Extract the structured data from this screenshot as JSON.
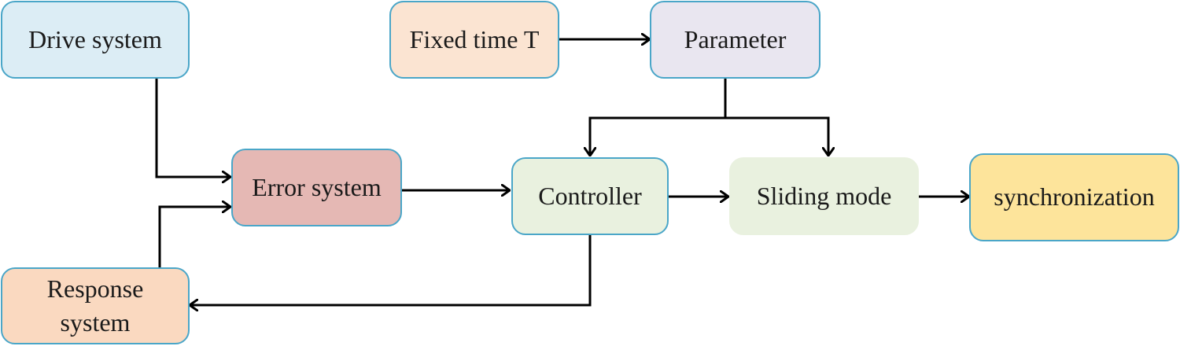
{
  "nodes": {
    "drive": {
      "label": "Drive system",
      "color": "#dcedf5"
    },
    "fixed_time": {
      "label": "Fixed time T",
      "color": "#fbe4d2"
    },
    "parameter": {
      "label": "Parameter",
      "color": "#e9e6f0"
    },
    "error": {
      "label": "Error system",
      "color": "#e5b8b4"
    },
    "controller": {
      "label": "Controller",
      "color": "#e9f1df"
    },
    "sliding": {
      "label": "Sliding mode",
      "color": "#e9f1df"
    },
    "sync": {
      "label": "synchronization",
      "color": "#fde49b"
    },
    "response": {
      "label": "Response system",
      "color": "#fad9c0"
    }
  },
  "edges": [
    {
      "from": "drive",
      "to": "error"
    },
    {
      "from": "response",
      "to": "error"
    },
    {
      "from": "fixed_time",
      "to": "parameter"
    },
    {
      "from": "parameter",
      "to": "controller"
    },
    {
      "from": "parameter",
      "to": "sliding"
    },
    {
      "from": "error",
      "to": "controller"
    },
    {
      "from": "controller",
      "to": "sliding"
    },
    {
      "from": "sliding",
      "to": "sync"
    },
    {
      "from": "controller",
      "to": "response"
    }
  ],
  "colors": {
    "node_border": "#4aa6c8",
    "sliding_border": "#e9f1df",
    "arrow": "#000000"
  }
}
